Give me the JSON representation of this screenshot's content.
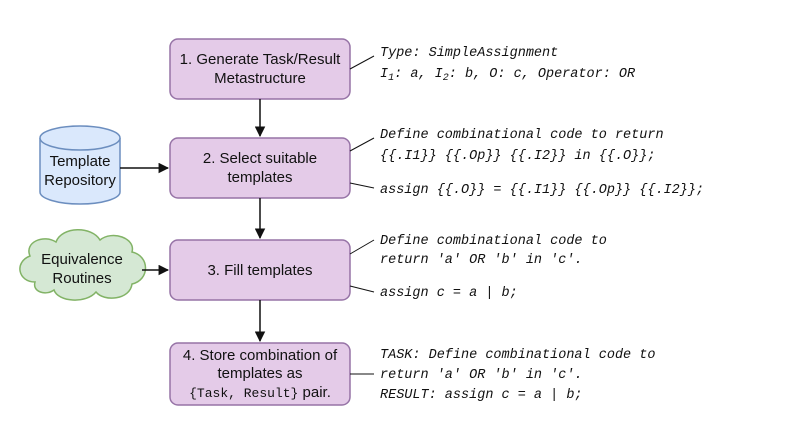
{
  "steps": [
    {
      "id": "step1",
      "line1": "1. Generate Task/Result",
      "line2": "Metastructure"
    },
    {
      "id": "step2",
      "line1": "2. Select suitable",
      "line2": "templates"
    },
    {
      "id": "step3",
      "line1": "3. Fill templates"
    },
    {
      "id": "step4",
      "line1": "4. Store combination of",
      "line2": "templates as",
      "line3_code": "{Task, Result}",
      "line3_tail": " pair."
    }
  ],
  "inputs": {
    "repository": {
      "line1": "Template",
      "line2": "Repository"
    },
    "equivalence": {
      "line1": "Equivalence",
      "line2": "Routines"
    }
  },
  "notes": {
    "type_line": "Type: SimpleAssignment",
    "io_line": {
      "i1": "I",
      "i1_sub": "1",
      "i1_tail": ": a, ",
      "i2": "I",
      "i2_sub": "2",
      "i2_tail": ": b, O: c, Operator: OR"
    },
    "template_task_line1": "Define combinational code to return",
    "template_task_line2": "{{.I1}} {{.Op}} {{.I2}} in {{.O}};",
    "template_result": "assign {{.O}} = {{.I1}} {{.Op}} {{.I2}};",
    "filled_task_line1": "Define combinational code to",
    "filled_task_line2": "return 'a' OR 'b' in 'c'.",
    "filled_result": "assign c = a | b;",
    "final_line1": "TASK: Define combinational code to",
    "final_line2": "return 'a' OR 'b' in 'c'.",
    "final_line3": "RESULT: assign c = a | b;"
  },
  "colors": {
    "step_fill": "#e4cbe8",
    "step_stroke": "#9673a6",
    "repo_fill": "#dae8fc",
    "repo_stroke": "#6c8ebf",
    "cloud_fill": "#d5e8d4",
    "cloud_stroke": "#82b366"
  }
}
